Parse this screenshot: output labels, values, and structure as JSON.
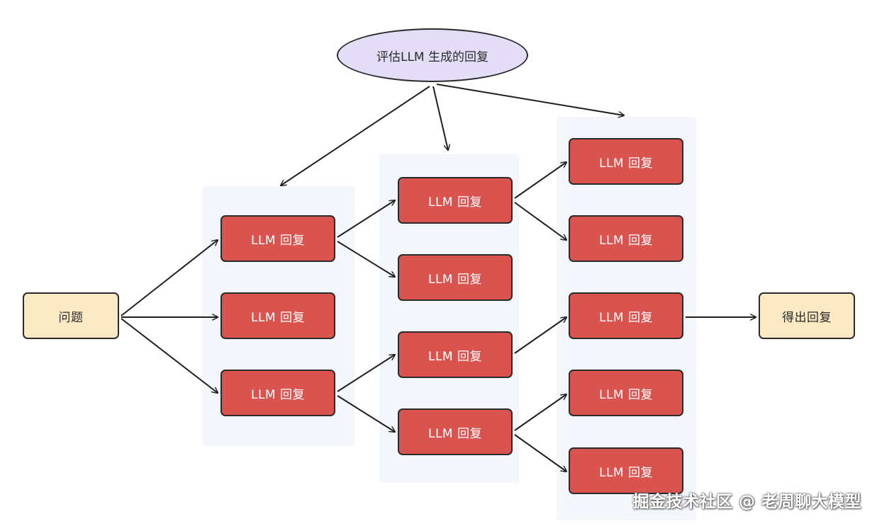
{
  "diagram": {
    "evaluator_label": "评估LLM 生成的回复",
    "question_label": "问题",
    "result_label": "得出回复",
    "layer1": [
      "LLM 回复",
      "LLM 回复",
      "LLM 回复"
    ],
    "layer2": [
      "LLM 回复",
      "LLM 回复",
      "LLM 回复",
      "LLM 回复"
    ],
    "layer3": [
      "LLM 回复",
      "LLM 回复",
      "LLM 回复",
      "LLM 回复",
      "LLM 回复"
    ]
  },
  "watermark": "掘金技术社区 @ 老周聊大模型",
  "colors": {
    "llm_node": "#d9534f",
    "io_node": "#fbe9c3",
    "evaluator": "#e4ddf7",
    "column_bg": "#f3f6fb"
  }
}
